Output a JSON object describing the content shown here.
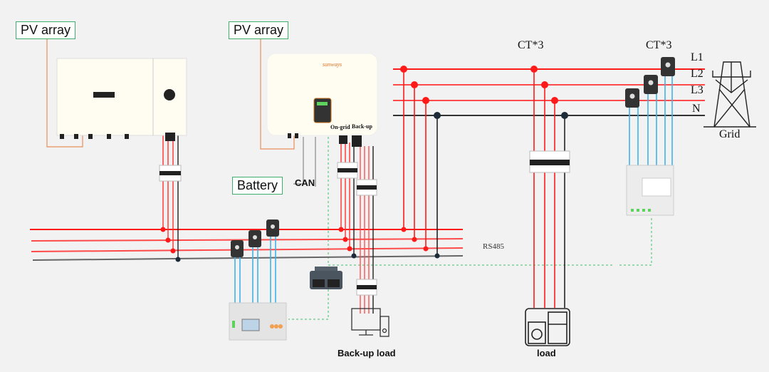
{
  "labels": {
    "pv_array_1": "PV array",
    "pv_array_2": "PV array",
    "battery": "Battery",
    "can": "CAN",
    "ct_1": "CT*3",
    "ct_2": "CT*3",
    "l1": "L1",
    "l2": "L2",
    "l3": "L3",
    "n": "N",
    "grid": "Grid",
    "rs485": "RS485",
    "backup_load": "Back-up load",
    "load": "load",
    "on_grid": "On-grid",
    "back_up": "Back-up"
  },
  "logos": {
    "inverter_brand": "sunways"
  },
  "colors": {
    "phase_line": "#ff1a1a",
    "neutral_line": "#222222",
    "ct_wire": "#3fb0e8",
    "pv_wire": "#e8905a",
    "comm_dashed": "#3fbf6a",
    "label_border": "#3fae6a"
  }
}
